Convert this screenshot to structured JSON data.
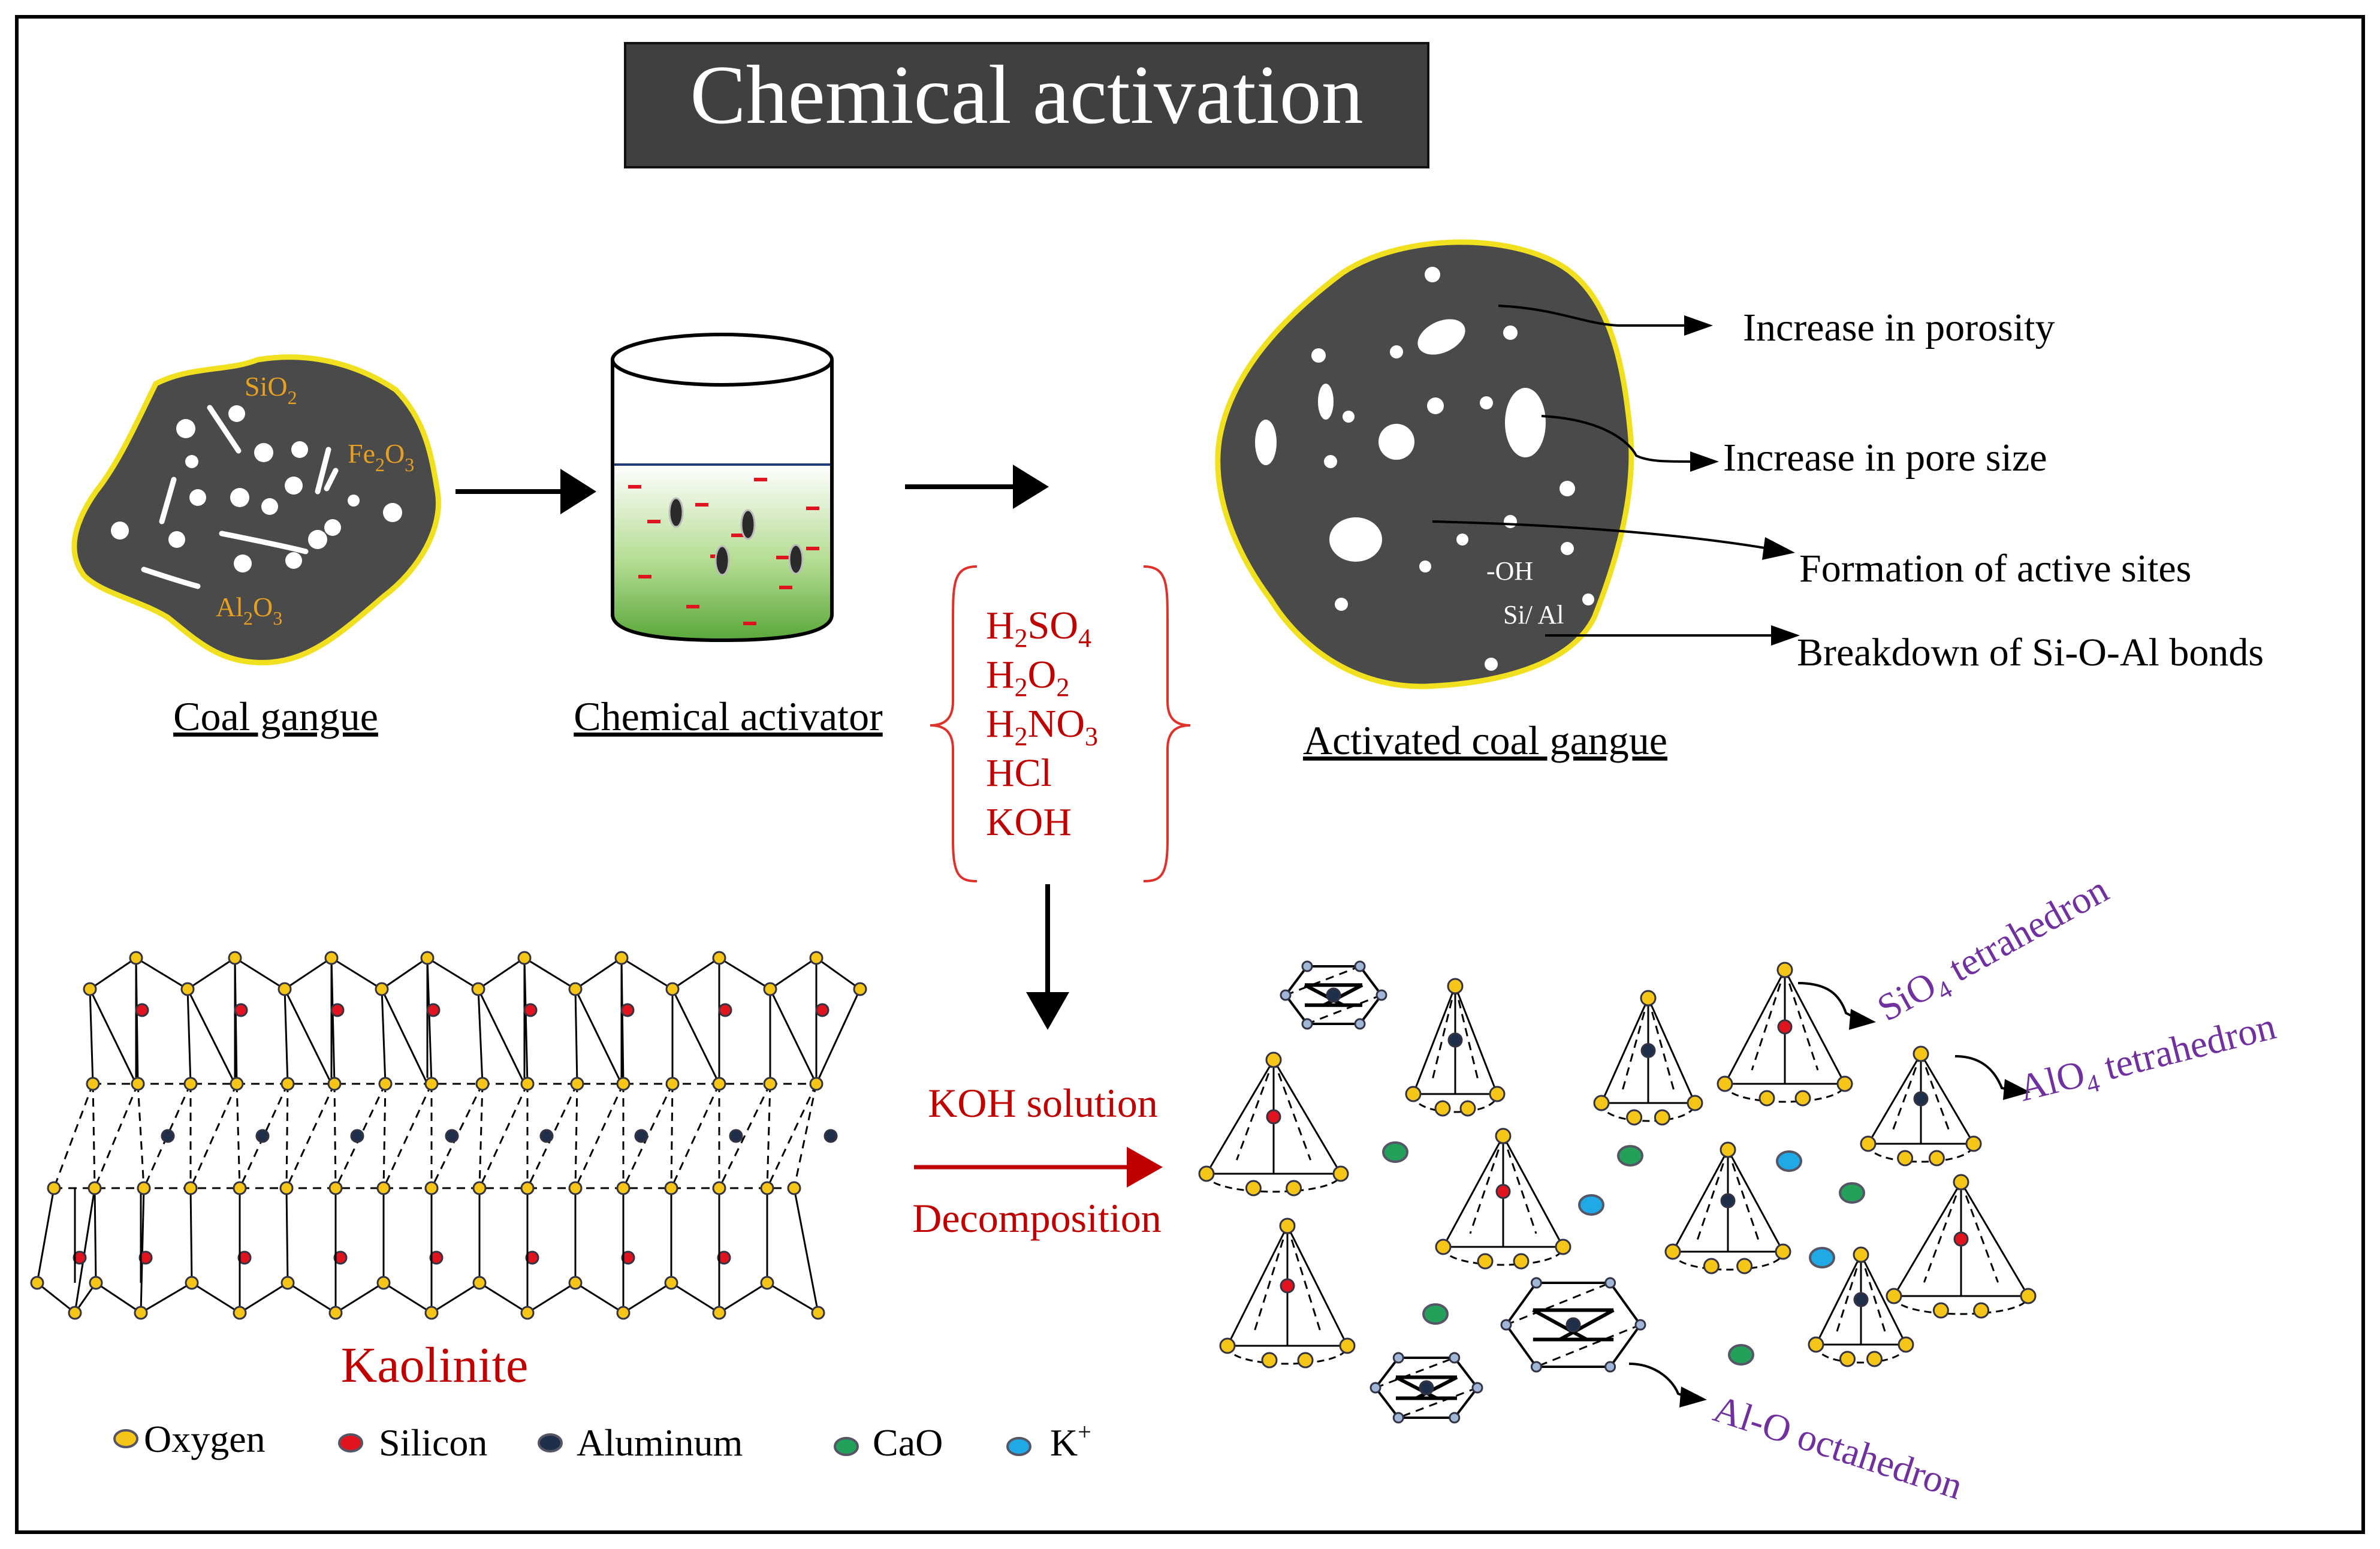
{
  "title": "Chemical activation",
  "coal_gangue": {
    "label": "Coal gangue",
    "oxide_sio2": {
      "base": "SiO",
      "sub": "2"
    },
    "oxide_fe2o3": {
      "p1": "Fe",
      "s1": "2",
      "p2": "O",
      "s2": "3"
    },
    "oxide_al2o3": {
      "p1": "Al",
      "s1": "2",
      "p2": "O",
      "s2": "3"
    }
  },
  "chemical_activator": {
    "label": "Chemical activator",
    "reagents": [
      {
        "p1": "H",
        "s1": "2",
        "p2": "SO",
        "s2": "4"
      },
      {
        "p1": "H",
        "s1": "2",
        "p2": "O",
        "s2": "2"
      },
      {
        "p1": "H",
        "s1": "2",
        "p2": "NO",
        "s2": "3"
      },
      {
        "p1": "HCl",
        "s1": "",
        "p2": "",
        "s2": ""
      },
      {
        "p1": "KOH",
        "s1": "",
        "p2": "",
        "s2": ""
      }
    ]
  },
  "activated_coal_gangue": {
    "label": "Activated coal gangue",
    "inner_oh": "-OH",
    "inner_sial": "Si/ Al",
    "effects": [
      "Increase in porosity",
      "Increase in pore size",
      "Formation of active sites",
      "Breakdown of Si-O-Al bonds"
    ]
  },
  "reaction": {
    "above": "KOH solution",
    "below": "Decomposition"
  },
  "kaolinite": {
    "label": "Kaolinite"
  },
  "legend": [
    {
      "label": "Oxygen",
      "color": "#f5c518"
    },
    {
      "label": "Silicon",
      "color": "#e0141e"
    },
    {
      "label": "Aluminum",
      "color": "#1f2f4a"
    },
    {
      "label": "CaO",
      "color": "#23a15a"
    },
    {
      "label": "K",
      "sup": "+",
      "color": "#1fa9e6"
    }
  ],
  "products": {
    "sio4": {
      "p1": "SiO",
      "s1": "4",
      "p2": " tetrahedron"
    },
    "alo4": {
      "p1": "AlO",
      "s1": "4",
      "p2": " tetrahedron"
    },
    "alo_oct": "Al-O octahedron"
  },
  "colors": {
    "oxide_text": "#e8a020",
    "reagent_red": "#c00000",
    "product_purple": "#7030a0",
    "gangue_fill": "#4a4a4a",
    "gangue_outline": "#f0e020",
    "title_bg": "#404040"
  }
}
